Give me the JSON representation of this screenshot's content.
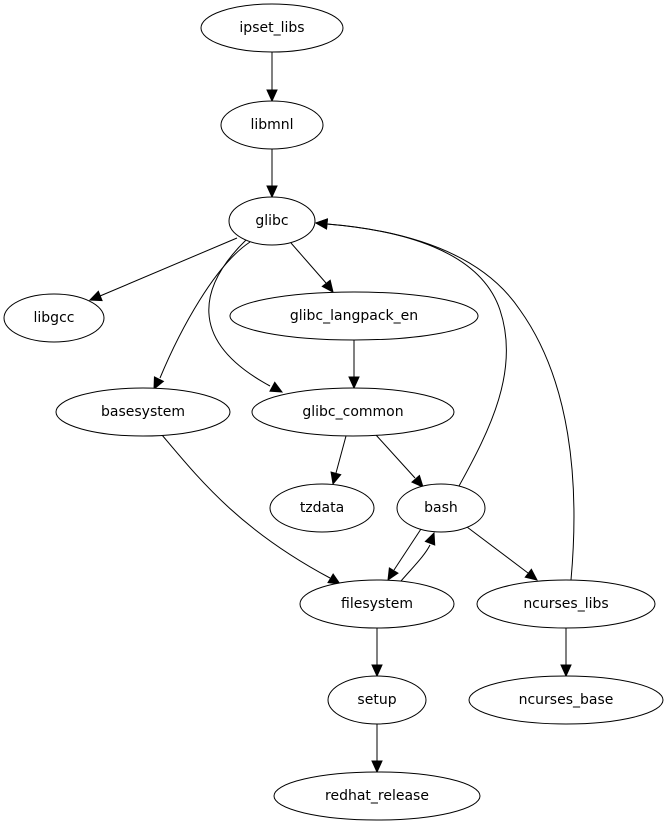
{
  "graph": {
    "type": "directed-dependency-graph",
    "nodes": [
      {
        "id": "ipset_libs",
        "label": "ipset_libs"
      },
      {
        "id": "libmnl",
        "label": "libmnl"
      },
      {
        "id": "glibc",
        "label": "glibc"
      },
      {
        "id": "libgcc",
        "label": "libgcc"
      },
      {
        "id": "glibc_langpack_en",
        "label": "glibc_langpack_en"
      },
      {
        "id": "basesystem",
        "label": "basesystem"
      },
      {
        "id": "glibc_common",
        "label": "glibc_common"
      },
      {
        "id": "tzdata",
        "label": "tzdata"
      },
      {
        "id": "bash",
        "label": "bash"
      },
      {
        "id": "filesystem",
        "label": "filesystem"
      },
      {
        "id": "ncurses_libs",
        "label": "ncurses_libs"
      },
      {
        "id": "setup",
        "label": "setup"
      },
      {
        "id": "ncurses_base",
        "label": "ncurses_base"
      },
      {
        "id": "redhat_release",
        "label": "redhat_release"
      }
    ],
    "edges": [
      {
        "from": "ipset_libs",
        "to": "libmnl"
      },
      {
        "from": "libmnl",
        "to": "glibc"
      },
      {
        "from": "glibc",
        "to": "libgcc"
      },
      {
        "from": "glibc",
        "to": "glibc_langpack_en"
      },
      {
        "from": "glibc",
        "to": "basesystem"
      },
      {
        "from": "glibc",
        "to": "glibc_common"
      },
      {
        "from": "glibc_langpack_en",
        "to": "glibc_common"
      },
      {
        "from": "glibc_common",
        "to": "tzdata"
      },
      {
        "from": "glibc_common",
        "to": "bash"
      },
      {
        "from": "bash",
        "to": "glibc"
      },
      {
        "from": "ncurses_libs",
        "to": "glibc"
      },
      {
        "from": "basesystem",
        "to": "filesystem"
      },
      {
        "from": "bash",
        "to": "filesystem"
      },
      {
        "from": "filesystem",
        "to": "bash"
      },
      {
        "from": "bash",
        "to": "ncurses_libs"
      },
      {
        "from": "filesystem",
        "to": "setup"
      },
      {
        "from": "ncurses_libs",
        "to": "ncurses_base"
      },
      {
        "from": "setup",
        "to": "redhat_release"
      }
    ]
  }
}
